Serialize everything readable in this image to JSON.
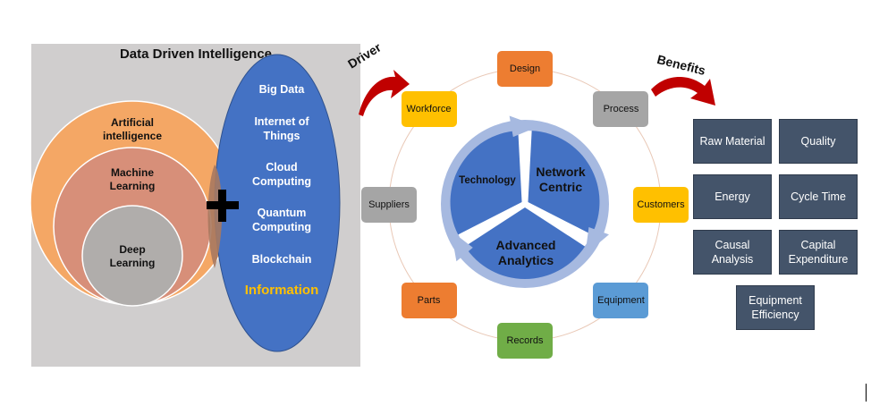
{
  "left": {
    "title": "Data Driven Intelligence",
    "ai": "Artificial intelligence",
    "ml": "Machine Learning",
    "dl": "Deep Learning",
    "oval_items": [
      "Big Data",
      "Internet of Things",
      "Cloud Computing",
      "Quantum Computing",
      "Blockchain"
    ],
    "information": "Information"
  },
  "driver_label": "Driver",
  "benefits_label": "Benefits",
  "center": {
    "segments": {
      "technology": "Technology",
      "network_centric": "Network Centric",
      "advanced_analytics": "Advanced Analytics"
    },
    "nodes": [
      {
        "label": "Design",
        "color": "#ed7d31"
      },
      {
        "label": "Process",
        "color": "#a5a5a5"
      },
      {
        "label": "Customers",
        "color": "#ffc000"
      },
      {
        "label": "Equipment",
        "color": "#5b9bd5"
      },
      {
        "label": "Records",
        "color": "#70ad47"
      },
      {
        "label": "Parts",
        "color": "#ed7d31"
      },
      {
        "label": "Suppliers",
        "color": "#a5a5a5"
      },
      {
        "label": "Workforce",
        "color": "#ffc000"
      }
    ]
  },
  "benefits": [
    "Raw Material",
    "Quality",
    "Energy",
    "Cycle Time",
    "Causal Analysis",
    "Capital Expenditure",
    "Equipment Efficiency"
  ]
}
